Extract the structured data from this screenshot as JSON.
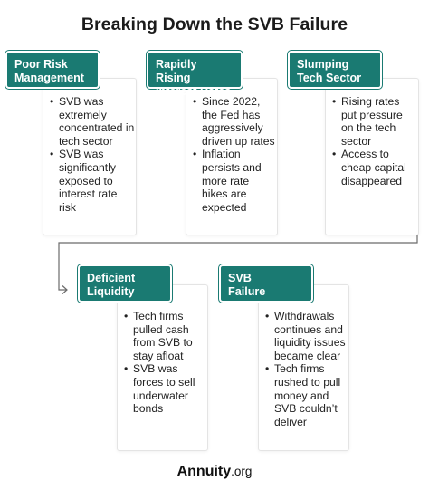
{
  "title": "Breaking Down the SVB Failure",
  "steps": [
    {
      "label_lines": [
        "Poor Risk",
        "Management"
      ],
      "bullets": [
        "SVB was extremely concentrated in tech sector",
        "SVB was significantly exposed to interest rate risk"
      ]
    },
    {
      "label_lines": [
        "Rapidly Rising",
        "Interest Rates"
      ],
      "bullets": [
        "Since 2022, the Fed has aggressively driven up rates",
        "Inflation persists and more rate hikes are expected"
      ]
    },
    {
      "label_lines": [
        "Slumping",
        "Tech Sector"
      ],
      "bullets": [
        "Rising rates put pressure on the tech sector",
        "Access to cheap capital disappeared"
      ]
    },
    {
      "label_lines": [
        "Deficient",
        "Liquidity"
      ],
      "bullets": [
        "Tech firms pulled cash from SVB to stay afloat",
        "SVB was forces to sell underwater bonds"
      ]
    },
    {
      "label_lines": [
        "SVB",
        "Failure"
      ],
      "bullets": [
        "Withdrawals continues and liquidity issues became clear",
        "Tech firms rushed to pull money and SVB couldn’t deliver"
      ]
    }
  ],
  "logo": {
    "brand": "Annuity",
    "suffix": ".org"
  },
  "colors": {
    "accent": "#1a7a72",
    "text": "#1b1b1b",
    "card_border": "#e4e4e4"
  }
}
